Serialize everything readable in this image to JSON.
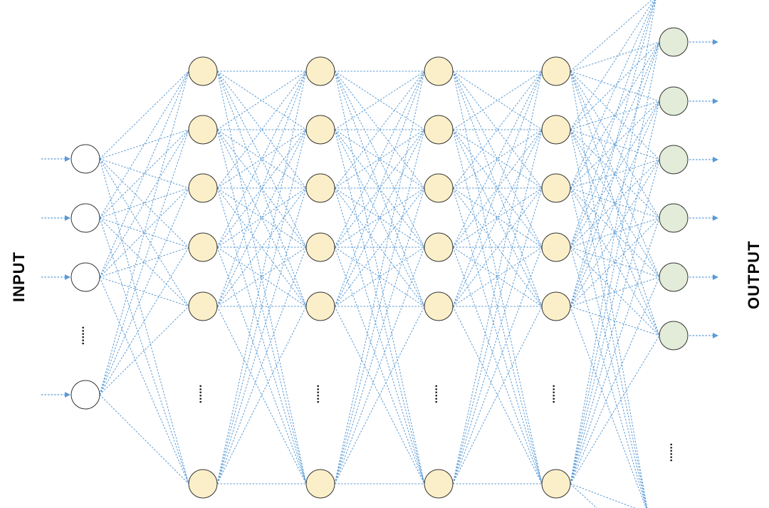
{
  "labels": {
    "input": "INPUT",
    "output": "OUTPUT"
  },
  "ellipsis": "......",
  "colors": {
    "edge": "#5b9bd5",
    "input_fill": "#ffffff",
    "hidden_fill": "#fbefc9",
    "output_fill": "#e2ecd9",
    "node_stroke": "#333333"
  },
  "network": {
    "input_nodes_shown": 4,
    "hidden_layers": 4,
    "hidden_nodes_shown_per_layer": 6,
    "output_nodes_shown": 6
  }
}
